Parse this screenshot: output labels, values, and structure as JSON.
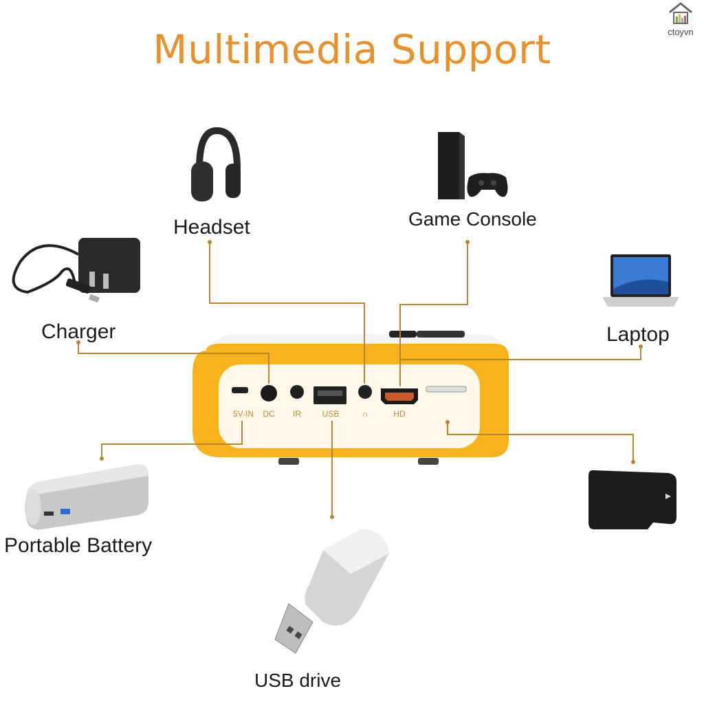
{
  "title": "Multimedia Support",
  "brand": {
    "name": "ctoyvn",
    "tagline": "· · · · ·"
  },
  "devices": {
    "headset": "Headset",
    "game_console": "Game Console",
    "charger": "Charger",
    "laptop": "Laptop",
    "portable_battery": "Portable Battery",
    "usb_drive": "USB drive"
  },
  "ports": {
    "five_v_in": "5V-IN",
    "dc": "DC",
    "ir": "IR",
    "usb": "USB",
    "headphone": "∩",
    "hd": "HD"
  },
  "colors": {
    "title": "#e8902a",
    "connector": "#b8862e",
    "projector_body": "#f7b21c"
  }
}
